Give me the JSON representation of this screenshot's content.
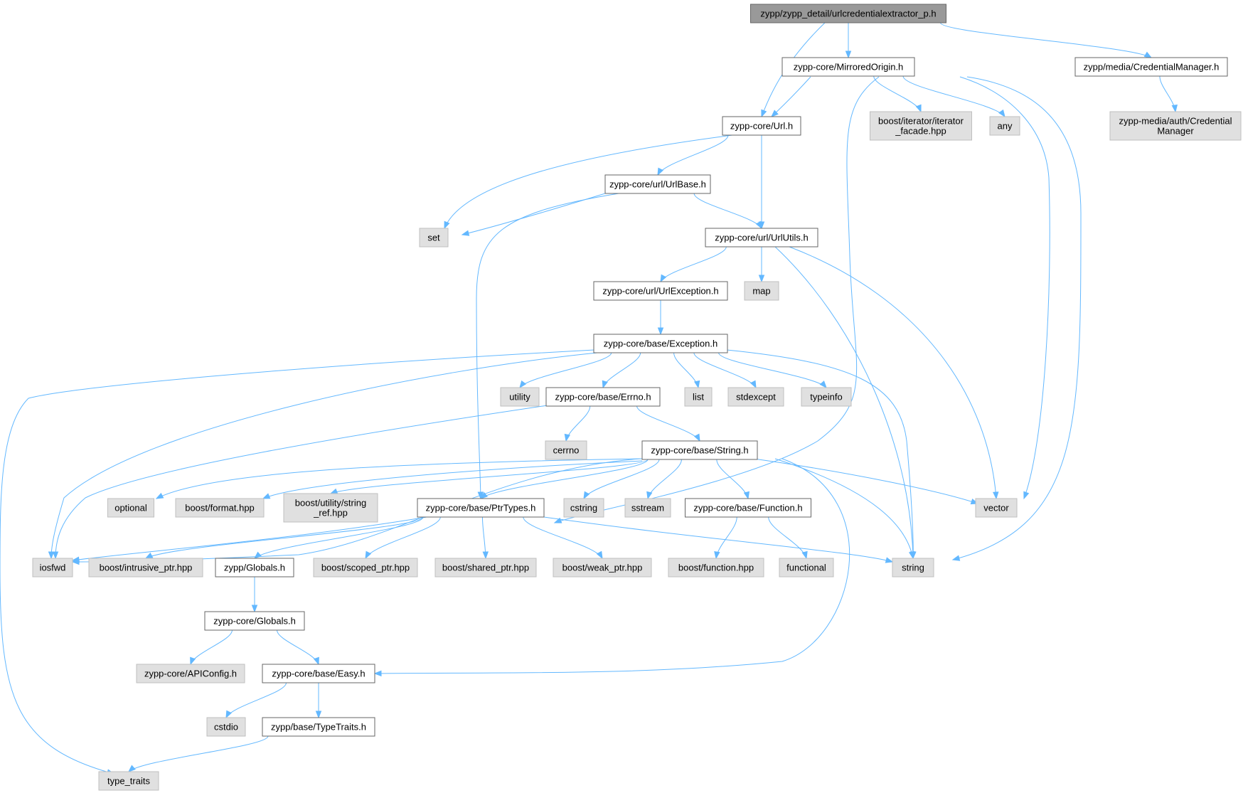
{
  "diagram": {
    "accent_color": "#63b8ff",
    "nodes": [
      {
        "id": "root",
        "kind": "root",
        "lines": [
          "zypp/zypp_detail/urlcredentialextractor_p.h"
        ]
      },
      {
        "id": "mirrored",
        "kind": "doc",
        "lines": [
          "zypp-core/MirroredOrigin.h"
        ]
      },
      {
        "id": "credmgr",
        "kind": "doc",
        "lines": [
          "zypp/media/CredentialManager.h"
        ]
      },
      {
        "id": "url",
        "kind": "doc",
        "lines": [
          "zypp-core/Url.h"
        ]
      },
      {
        "id": "iterfacade",
        "kind": "sys",
        "lines": [
          "boost/iterator/iterator",
          "_facade.hpp"
        ]
      },
      {
        "id": "any",
        "kind": "sys",
        "lines": [
          "any"
        ]
      },
      {
        "id": "authcred",
        "kind": "sys",
        "lines": [
          "zypp-media/auth/Credential",
          "Manager"
        ]
      },
      {
        "id": "urlbase",
        "kind": "doc",
        "lines": [
          "zypp-core/url/UrlBase.h"
        ]
      },
      {
        "id": "set",
        "kind": "sys",
        "lines": [
          "set"
        ]
      },
      {
        "id": "urlutils",
        "kind": "doc",
        "lines": [
          "zypp-core/url/UrlUtils.h"
        ]
      },
      {
        "id": "urlexc",
        "kind": "doc",
        "lines": [
          "zypp-core/url/UrlException.h"
        ]
      },
      {
        "id": "map",
        "kind": "sys",
        "lines": [
          "map"
        ]
      },
      {
        "id": "exception",
        "kind": "doc",
        "lines": [
          "zypp-core/base/Exception.h"
        ]
      },
      {
        "id": "utility",
        "kind": "sys",
        "lines": [
          "utility"
        ]
      },
      {
        "id": "errno",
        "kind": "doc",
        "lines": [
          "zypp-core/base/Errno.h"
        ]
      },
      {
        "id": "list",
        "kind": "sys",
        "lines": [
          "list"
        ]
      },
      {
        "id": "stdexcept",
        "kind": "sys",
        "lines": [
          "stdexcept"
        ]
      },
      {
        "id": "typeinfo",
        "kind": "sys",
        "lines": [
          "typeinfo"
        ]
      },
      {
        "id": "cerrno",
        "kind": "sys",
        "lines": [
          "cerrno"
        ]
      },
      {
        "id": "string_h",
        "kind": "doc",
        "lines": [
          "zypp-core/base/String.h"
        ]
      },
      {
        "id": "optional",
        "kind": "sys",
        "lines": [
          "optional"
        ]
      },
      {
        "id": "bformat",
        "kind": "sys",
        "lines": [
          "boost/format.hpp"
        ]
      },
      {
        "id": "strref",
        "kind": "sys",
        "lines": [
          "boost/utility/string",
          "_ref.hpp"
        ]
      },
      {
        "id": "ptrtypes",
        "kind": "doc",
        "lines": [
          "zypp-core/base/PtrTypes.h"
        ]
      },
      {
        "id": "cstring",
        "kind": "sys",
        "lines": [
          "cstring"
        ]
      },
      {
        "id": "sstream",
        "kind": "sys",
        "lines": [
          "sstream"
        ]
      },
      {
        "id": "function_h",
        "kind": "doc",
        "lines": [
          "zypp-core/base/Function.h"
        ]
      },
      {
        "id": "vector",
        "kind": "sys",
        "lines": [
          "vector"
        ]
      },
      {
        "id": "iosfwd",
        "kind": "sys",
        "lines": [
          "iosfwd"
        ]
      },
      {
        "id": "intrusive",
        "kind": "sys",
        "lines": [
          "boost/intrusive_ptr.hpp"
        ]
      },
      {
        "id": "zglobals",
        "kind": "doc",
        "lines": [
          "zypp/Globals.h"
        ]
      },
      {
        "id": "scoped",
        "kind": "sys",
        "lines": [
          "boost/scoped_ptr.hpp"
        ]
      },
      {
        "id": "shared",
        "kind": "sys",
        "lines": [
          "boost/shared_ptr.hpp"
        ]
      },
      {
        "id": "weak",
        "kind": "sys",
        "lines": [
          "boost/weak_ptr.hpp"
        ]
      },
      {
        "id": "bfunction",
        "kind": "sys",
        "lines": [
          "boost/function.hpp"
        ]
      },
      {
        "id": "functional",
        "kind": "sys",
        "lines": [
          "functional"
        ]
      },
      {
        "id": "string",
        "kind": "sys",
        "lines": [
          "string"
        ]
      },
      {
        "id": "cglobals",
        "kind": "doc",
        "lines": [
          "zypp-core/Globals.h"
        ]
      },
      {
        "id": "apiconfig",
        "kind": "sys",
        "lines": [
          "zypp-core/APIConfig.h"
        ]
      },
      {
        "id": "easy",
        "kind": "doc",
        "lines": [
          "zypp-core/base/Easy.h"
        ]
      },
      {
        "id": "cstdio",
        "kind": "sys",
        "lines": [
          "cstdio"
        ]
      },
      {
        "id": "typetraits_h",
        "kind": "doc",
        "lines": [
          "zypp/base/TypeTraits.h"
        ]
      },
      {
        "id": "type_traits",
        "kind": "sys",
        "lines": [
          "type_traits"
        ]
      }
    ],
    "edges": [
      [
        "root",
        "mirrored"
      ],
      [
        "root",
        "credmgr"
      ],
      [
        "root",
        "url"
      ],
      [
        "mirrored",
        "url"
      ],
      [
        "mirrored",
        "iterfacade"
      ],
      [
        "mirrored",
        "any"
      ],
      [
        "mirrored",
        "ptrtypes"
      ],
      [
        "mirrored",
        "vector"
      ],
      [
        "mirrored",
        "string"
      ],
      [
        "credmgr",
        "authcred"
      ],
      [
        "url",
        "urlbase"
      ],
      [
        "url",
        "set"
      ],
      [
        "url",
        "urlutils"
      ],
      [
        "urlbase",
        "set"
      ],
      [
        "urlbase",
        "urlutils"
      ],
      [
        "urlbase",
        "ptrtypes"
      ],
      [
        "urlutils",
        "urlexc"
      ],
      [
        "urlutils",
        "map"
      ],
      [
        "urlutils",
        "string"
      ],
      [
        "urlutils",
        "vector"
      ],
      [
        "urlexc",
        "exception"
      ],
      [
        "exception",
        "utility"
      ],
      [
        "exception",
        "errno"
      ],
      [
        "exception",
        "list"
      ],
      [
        "exception",
        "stdexcept"
      ],
      [
        "exception",
        "typeinfo"
      ],
      [
        "exception",
        "iosfwd"
      ],
      [
        "exception",
        "string"
      ],
      [
        "exception",
        "type_traits"
      ],
      [
        "errno",
        "cerrno"
      ],
      [
        "errno",
        "string_h"
      ],
      [
        "errno",
        "iosfwd"
      ],
      [
        "string_h",
        "optional"
      ],
      [
        "string_h",
        "bformat"
      ],
      [
        "string_h",
        "strref"
      ],
      [
        "string_h",
        "ptrtypes"
      ],
      [
        "string_h",
        "cstring"
      ],
      [
        "string_h",
        "sstream"
      ],
      [
        "string_h",
        "function_h"
      ],
      [
        "string_h",
        "vector"
      ],
      [
        "string_h",
        "string"
      ],
      [
        "string_h",
        "iosfwd"
      ],
      [
        "string_h",
        "easy"
      ],
      [
        "ptrtypes",
        "iosfwd"
      ],
      [
        "ptrtypes",
        "intrusive"
      ],
      [
        "ptrtypes",
        "zglobals"
      ],
      [
        "ptrtypes",
        "scoped"
      ],
      [
        "ptrtypes",
        "shared"
      ],
      [
        "ptrtypes",
        "weak"
      ],
      [
        "ptrtypes",
        "string"
      ],
      [
        "function_h",
        "bfunction"
      ],
      [
        "function_h",
        "functional"
      ],
      [
        "zglobals",
        "cglobals"
      ],
      [
        "cglobals",
        "apiconfig"
      ],
      [
        "cglobals",
        "easy"
      ],
      [
        "easy",
        "cstdio"
      ],
      [
        "easy",
        "typetraits_h"
      ],
      [
        "typetraits_h",
        "type_traits"
      ]
    ]
  }
}
